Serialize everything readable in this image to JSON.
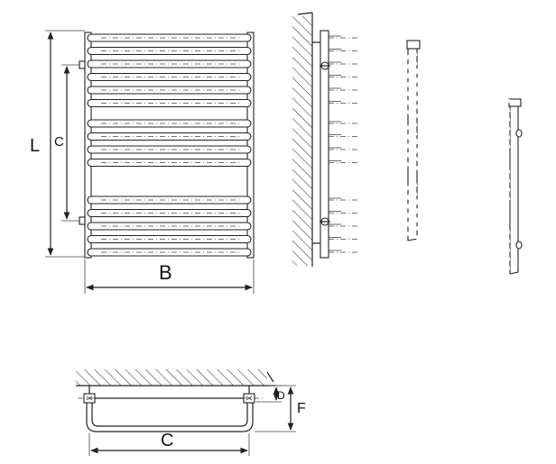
{
  "front_view": {
    "label_L": "L",
    "label_C": "C",
    "label_B": "B"
  },
  "top_view": {
    "label_C": "C",
    "label_D": "D",
    "label_F": "F"
  },
  "groups": [
    {
      "tubes": 6
    },
    {
      "tubes": 4
    },
    {
      "tubes": 5
    }
  ]
}
